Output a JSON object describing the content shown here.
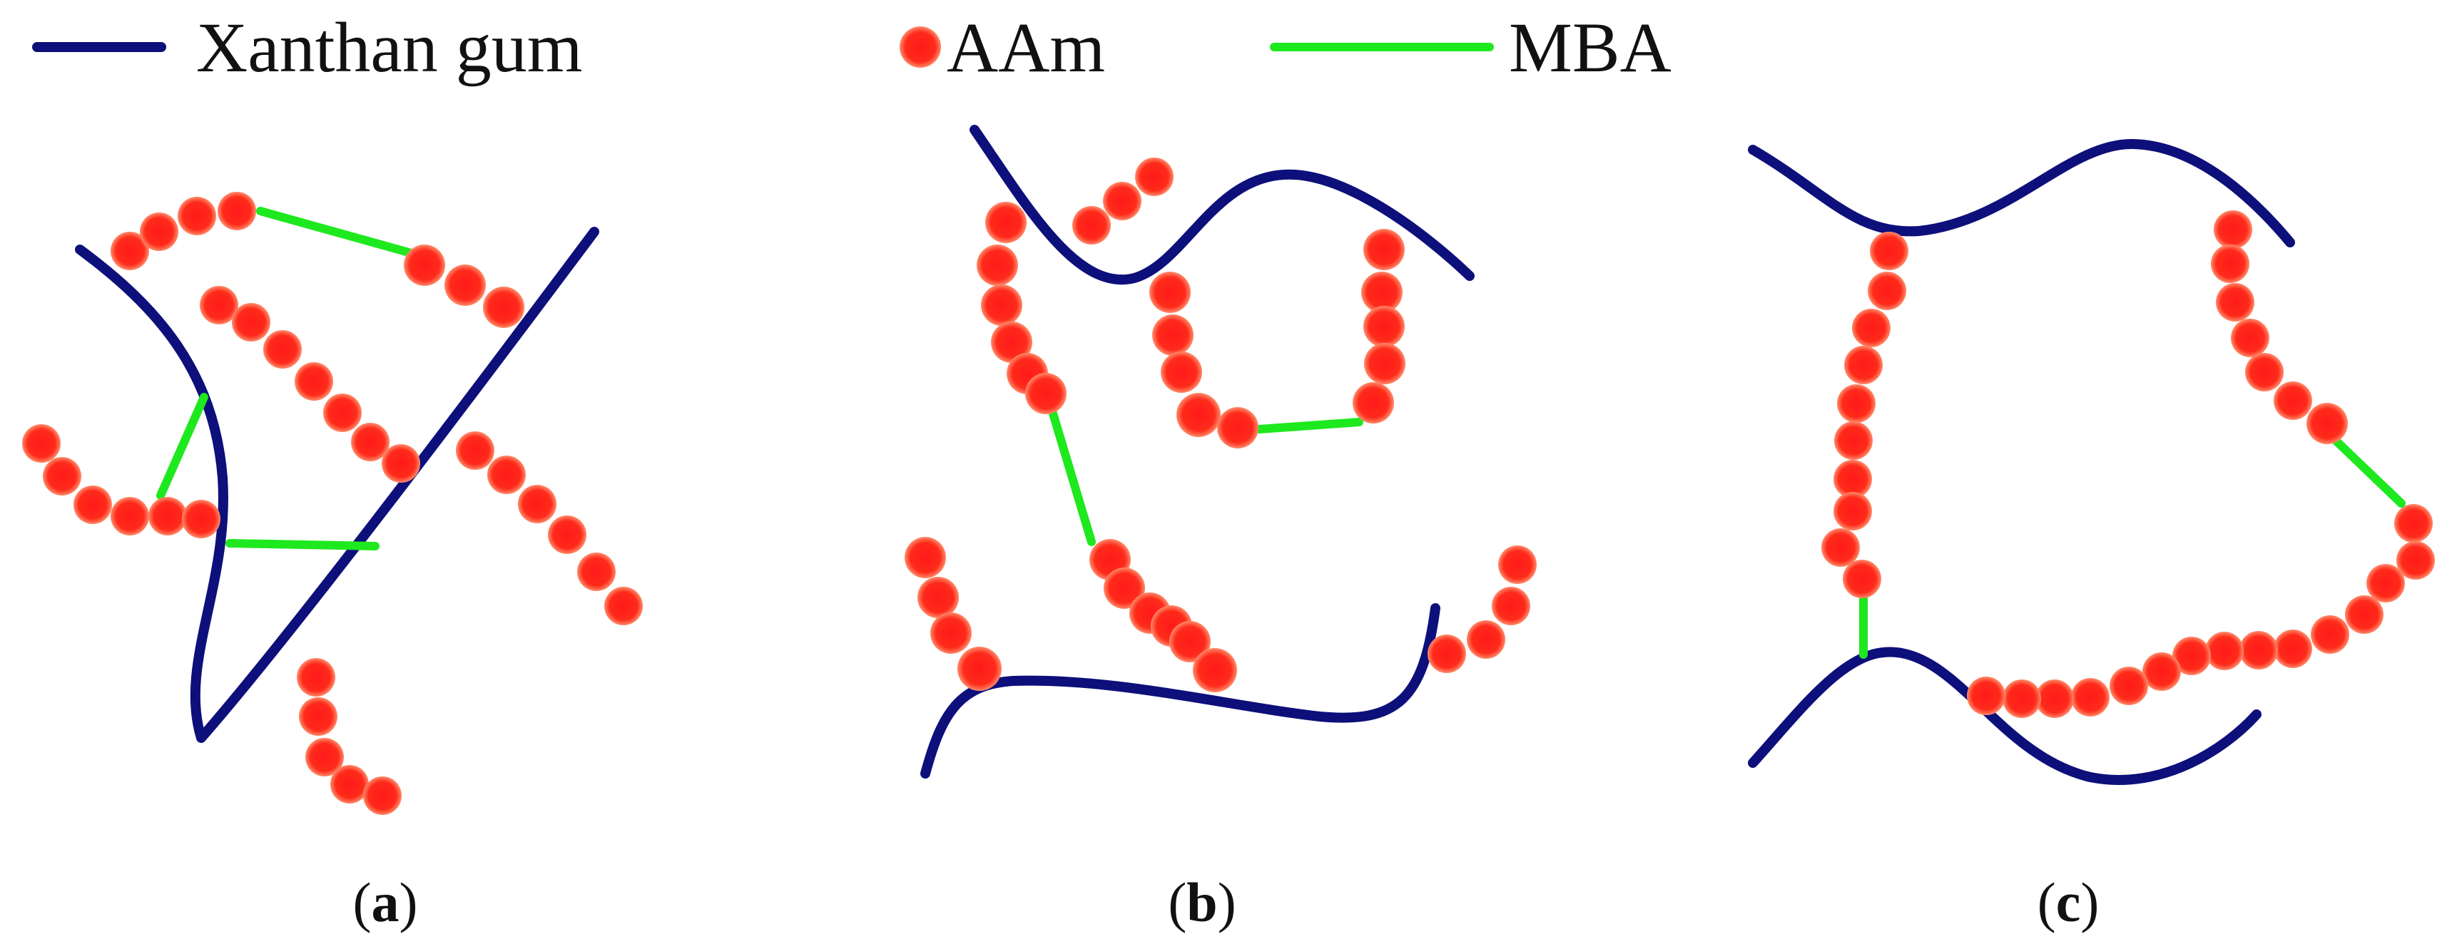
{
  "colors": {
    "xanthan": "#0d0f7a",
    "aam": "#ff1a1a",
    "aam_edge": "#ff8a6a",
    "mba": "#1ee81e"
  },
  "legend": {
    "xanthan_label": "Xanthan gum",
    "aam_label": "AAm",
    "mba_label": "MBA"
  },
  "panels": [
    {
      "id": "a",
      "letter": "a",
      "open": "(",
      "close": ")"
    },
    {
      "id": "b",
      "letter": "b",
      "open": "(",
      "close": ")"
    },
    {
      "id": "c",
      "letter": "c",
      "open": "(",
      "close": ")"
    }
  ]
}
